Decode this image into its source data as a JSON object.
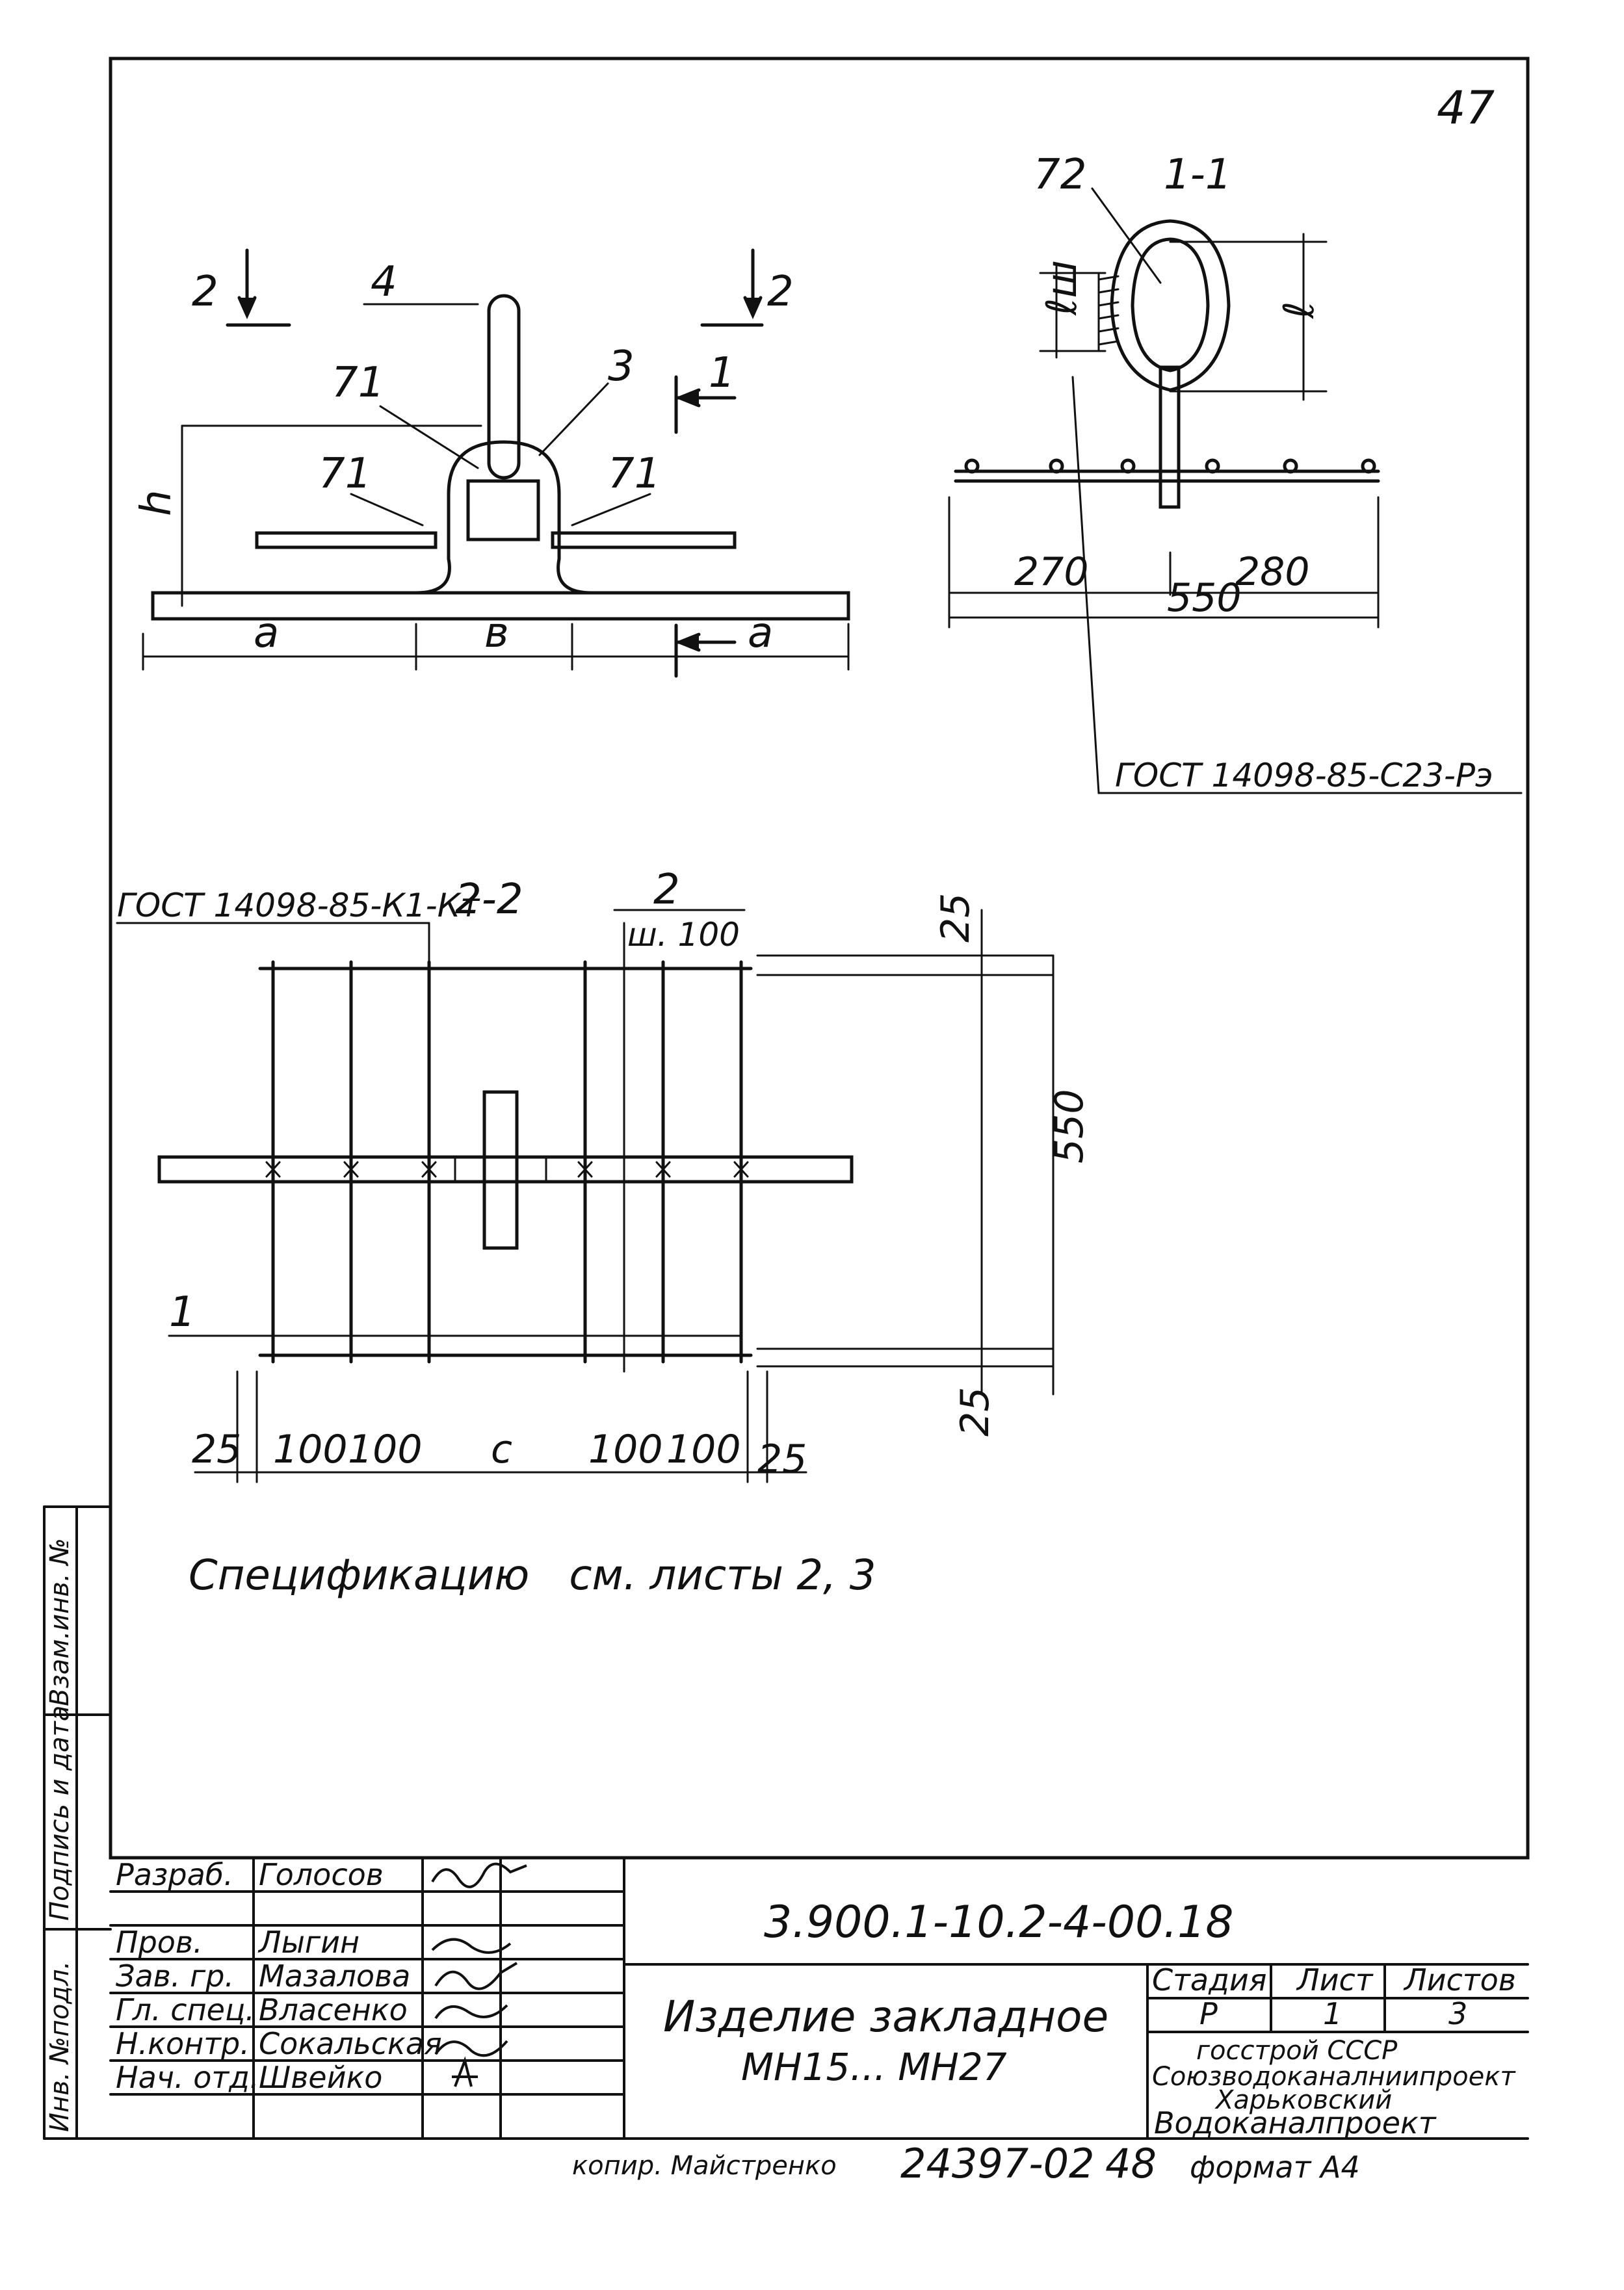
{
  "sheet_number": "47",
  "views": {
    "front": {
      "section_mark_left": "2",
      "section_mark_right": "2",
      "section_mark_cut": "1",
      "pos_labels": [
        "4",
        "3",
        "71",
        "71",
        "71"
      ],
      "dim_h": "h",
      "dim_a_left": "a",
      "dim_b": "в",
      "dim_a_right": "a"
    },
    "section_1_1": {
      "title": "1-1",
      "pos_72": "72",
      "dim_lsh": "ℓш",
      "dim_l": "ℓ",
      "dim_270": "270",
      "dim_280": "280",
      "dim_550": "550",
      "gost_weld": "ГОСТ 14098-85-С23-Рэ"
    },
    "section_2_2": {
      "title": "2-2",
      "gost_weld": "ГОСТ 14098-85-К1-Кт",
      "pos_2": "2",
      "step_note": "ш. 100",
      "pos_1": "1",
      "dim_25_top": "25",
      "dim_550": "550",
      "dim_25_bottom": "25",
      "bottom_dims": [
        "25",
        "100",
        "100",
        "c",
        "100",
        "100",
        "25"
      ]
    }
  },
  "note": "Спецификацию   см. листы 2, 3",
  "side_stamp": [
    "Инв. №подл.",
    "Подпись и дата",
    "Взам.инв. №"
  ],
  "title_block": {
    "doc_code": "3.900.1-10.2-4-00.18",
    "title_line1": "Изделие закладное",
    "title_line2": "МН15... МН27",
    "roles": [
      {
        "role": "Разраб.",
        "name": "Голосов"
      },
      {
        "role": "",
        "name": ""
      },
      {
        "role": "Пров.",
        "name": "Лыгин"
      },
      {
        "role": "Зав. гр.",
        "name": "Мазалова"
      },
      {
        "role": "Гл. спец.",
        "name": "Власенко"
      },
      {
        "role": "Н.контр.",
        "name": "Сокальская"
      },
      {
        "role": "Нач. отд.",
        "name": "Швейко"
      }
    ],
    "stage_header": "Стадия",
    "sheet_header": "Лист",
    "sheets_header": "Листов",
    "stage": "Р",
    "sheet": "1",
    "sheets": "3",
    "org_line1": "госстрой СССР",
    "org_line2": "Союзводоканалниипроект",
    "org_line3": "Харьковский",
    "org_line4": "Водоканалпроект"
  },
  "footer": {
    "copied_by": "копир. Майстренко",
    "order": "24397-02",
    "page": "48",
    "format": "формат А4"
  }
}
